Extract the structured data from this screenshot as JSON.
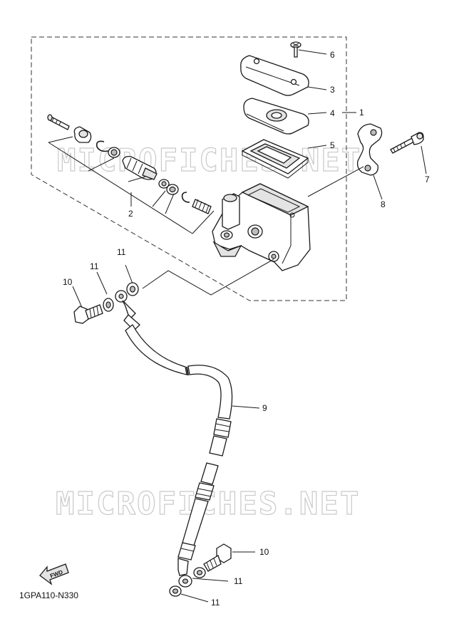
{
  "diagram": {
    "watermarks": [
      "MICROFICHES.NET",
      "MICROFICHES.NET"
    ],
    "callouts": [
      "1",
      "2",
      "3",
      "4",
      "5",
      "6",
      "7",
      "8",
      "9",
      "10",
      "10",
      "11",
      "11",
      "11",
      "11"
    ],
    "fwd_label": "FWD",
    "diagram_code": "1GPA110-N330",
    "icons": {
      "fwd": "fwd-arrow-icon"
    }
  }
}
